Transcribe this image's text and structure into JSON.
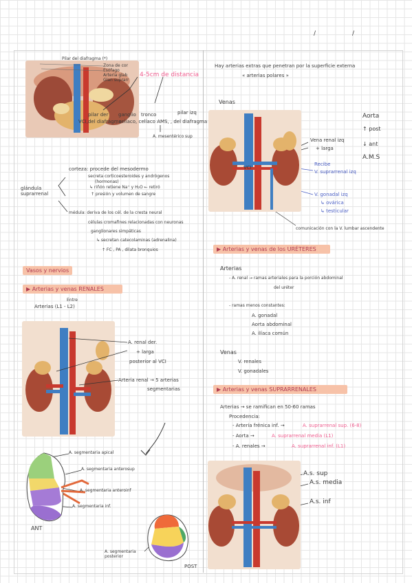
{
  "header": {
    "slash1": "/",
    "slash2": "/"
  },
  "left": {
    "figure1": {
      "title": "Pilar del diafragma (*)",
      "zones": [
        "Zona de cor",
        "Esófago",
        "Arteria glab",
        "Glan suprarr"
      ],
      "distance": "4-5cm de distancia",
      "pilar": "pilar der",
      "vci": "VCI,del diafragma",
      "ganglio": "ganglio",
      "tronco": "tronco",
      "row_items": "; celíaco, celíaco AMS, , del diafragma",
      "pilar_izq": "pilar izq",
      "mesenterico": "A. mesentérico sup"
    },
    "glandula": {
      "label": "glándula suprarrenal",
      "corteza": "corteza: procede del mesodermo",
      "corteza_l2": "secreta corticoesteroides y andrógenos",
      "corteza_l3": "(hormonas)",
      "corteza_l4": "↳ riñón retiene Na⁺ y H₂O ← retiró",
      "corteza_l5": "↑ presión y volumen de sangre",
      "medula": "médula: deriva de los cél. de la cresta neural",
      "medula_l2": "células cromafines relacionadas con neuronas",
      "medula_l3": "ganglionares simpáticas",
      "medula_l4": "↳ secretan catecolaminas (adrenalina)",
      "medula_l5": "↑ FC , PA , dilata bronquios"
    },
    "vasos_title": "Vasos y nervios",
    "renales_title": "▶ Arterias y venas RENALES",
    "arterias_entre": "Entre",
    "arterias_level": "Arterias (L1 - L2)",
    "figure2": {
      "renal_der": "A. renal der.",
      "larga": "+ larga",
      "posterior": "posterior al VCI",
      "arteria_renal": "Arteria renal → 5 arterias",
      "segmentarias": "segmentarias"
    },
    "segments": {
      "apical": "A. segmentaria apical",
      "anterosup": "A. segmentaria anterosup",
      "anteroinf": "A. segmentaria anteroinf",
      "inf": "A. segmentaria inf.",
      "ant": "ANT",
      "posterior": "A. segmentaria posterior",
      "post": "POST"
    }
  },
  "right": {
    "intro_l1": "Hay arterias extras que penetran por la superficie externa",
    "intro_l2": "« arterias polares »",
    "venas": "Venas",
    "aorta": "Aorta",
    "post": "↑ post",
    "ant": "↓ ant",
    "ams": "A.M.S",
    "vena_renal": "Vena renal izq",
    "larga": "+ larga",
    "vci": "VCI",
    "recibe": "Recibe",
    "v_supra": "V. suprarrenal izq",
    "v_gonadal": "V. gonadal izq",
    "ovarica": "↳ ovárica",
    "testicular": "↳ testicular",
    "comunicacion": "comunicación con la V. lumbar ascendente",
    "ureteres_title": "▶ Arterias y venas de los URÉTERES",
    "arterias": "Arterias",
    "renal_rama": "- A. renal → ramas arteriales para la porción abdominal",
    "renal_rama2": "del uréter",
    "menos": "- ramas menos constantes:",
    "gonadal": "A. gonadal",
    "aorta_abd": "Aorta abdominal",
    "iliaca": "A. ilíaca común",
    "venas2": "Venas",
    "v_renales": "V. renales",
    "v_gonadales": "V. gonadales",
    "supra_title": "▶ Arterias y venas SUPRARRENALES",
    "supra_arterias": "Arterias → se ramifican en 50-60 ramas",
    "procedencia": "Procedencia:",
    "proc1_a": "- Arteria frénica inf. →",
    "proc1_b": "A. suprarrenal sup. (6-8)",
    "proc2_a": "- Aorta →",
    "proc2_b": "A. suprarrenal media (L1)",
    "proc3_a": "- A. renales →",
    "proc3_b": "A. suprarrenal inf. (L1)",
    "as_sup": "A.s. sup",
    "as_media": "A.s. media",
    "as_inf": "A.s. inf"
  }
}
